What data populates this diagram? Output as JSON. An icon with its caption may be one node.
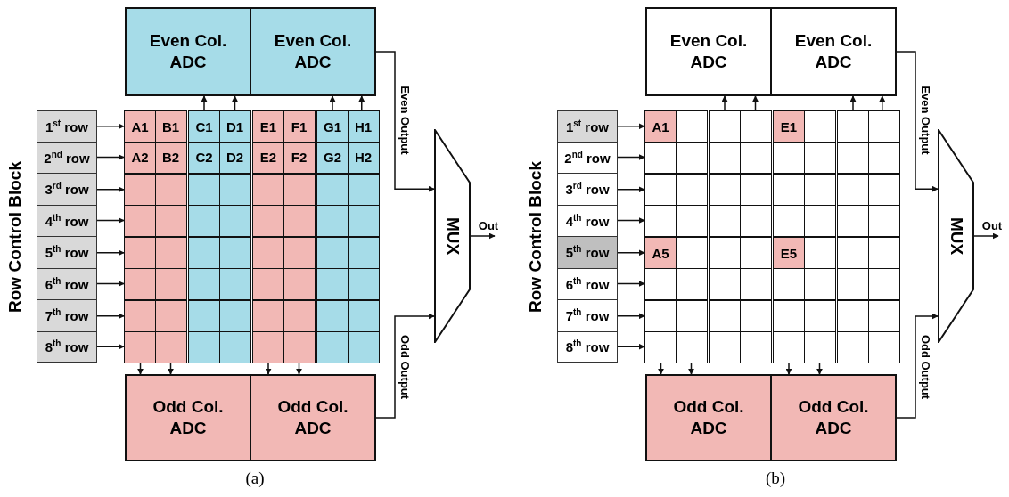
{
  "diagram": {
    "nodes": [
      {
        "text": [
          "Even Col. ADC"
        ]
      },
      {
        "text": [
          "Even Col. ADC"
        ]
      },
      {
        "text": [
          "Row Control Block"
        ]
      },
      {
        "text": [
          "1$^{st}$ row"
        ],
        "in": 2
      },
      {
        "text": [
          "2$^{nd}$ row"
        ],
        "in": 2
      },
      {
        "text": [
          "3$^{rd}$ row"
        ],
        "in": 2
      },
      {
        "text": [
          "4$^{th}$ row"
        ],
        "in": 2
      },
      {
        "text": [
          "5$^{th}$ row"
        ],
        "in": 2
      },
      {
        "text": [
          "6$^{th}$ row"
        ],
        "in": 2
      },
      {
        "text": [
          "7$^{th}$ row"
        ],
        "in": 2
      },
      {
        "text": [
          "8$^{th}$ row"
        ],
        "in": 2
      },
      {
        "text": [
          "A1"
        ]
      },
      {
        "text": [
          "B1"
        ]
      },
      {
        "text": [
          "C1"
        ]
      },
      {
        "text": [
          "D1"
        ]
      },
      {
        "text": [
          "E1"
        ]
      },
      {
        "text": [
          "F1"
        ]
      },
      {
        "text": [
          "G1"
        ]
      },
      {
        "text": [
          "H1"
        ]
      },
      {
        "text": [
          "A2"
        ]
      },
      {
        "text": [
          "B2"
        ]
      },
      {
        "text": [
          "C2"
        ]
      },
      {
        "text": [
          "D2"
        ]
      },
      {
        "text": [
          "E2"
        ]
      },
      {
        "text": [
          "F2"
        ]
      },
      {
        "text": [
          "G2"
        ]
      },
      {
        "text": [
          "H2"
        ]
      },
      {
        "text": [],
        "shape": "box"
      },
      {
        "text": [],
        "shape": "box"
      },
      {
        "text": [],
        "shape": "box"
      },
      {
        "text": [],
        "shape": "box"
      },
      {
        "text": [],
        "shape": "box"
      },
      {
        "text": [],
        "shape": "box"
      },
      {
        "text": [],
        "shape": "box"
      },
      {
        "text": [],
        "shape": "box"
      },
      {
        "text": [],
        "shape": "box"
      },
      {
        "text": [],
        "shape": "box"
      },
      {
        "text": [],
        "shape": "box"
      },
      {
        "text": [],
        "shape": "box"
      },
      {
        "text": [],
        "shape": "box"
      },
      {
        "text": [],
        "shape": "box"
      },
      {
        "text": [],
        "shape": "box"
      },
      {
        "text": [],
        "shape": "box"
      },
      {
        "text": [],
        "shape": "box"
      },
      {
        "text": [],
        "shape": "box"
      },
      {
        "text": [],
        "shape": "box"
      },
      {
        "text": [],
        "shape": "box"
      },
      {
        "text": [],
        "shape": "box"
      },
      {
        "text": [],
        "shape": "box"
      },
      {
        "text": [],
        "shape": "box"
      },
      {
        "text": [],
        "shape": "box"
      },
      {
        "text": [],
        "shape": "box"
      },
      {
        "text": [],
        "shape": "box"
      },
      {
        "text": [],
        "shape": "box"
      },
      {
        "text": [],
        "shape": "box"
      },
      {
        "text": [],
        "shape": "box"
      },
      {
        "text": [],
        "shape": "box"
      },
      {
        "text": [],
        "shape": "box"
      },
      {
        "text": [],
        "shape": "box"
      },
      {
        "text": [],
        "shape": "box"
      },
      {
        "text": [],
        "shape": "box"
      },
      {
        "text": [],
        "shape": "box"
      },
      {
        "text": [],
        "shape": "box"
      },
      {
        "text": [],
        "shape": "box"
      },
      {
        "text": [],
        "shape": "box"
      },
      {
        "text": [],
        "shape": "box"
      },
      {
        "text": [],
        "shape": "box"
      },
      {
        "text": [],
        "shape": "box"
      },
      {
        "text": [],
        "shape": "box"
      },
      {
        "text": [],
        "shape": "box"
      },
      {
        "text": [],
        "shape": "box"
      },
      {
        "text": [],
        "shape": "box"
      },
      {
        "text": [],
        "shape": "box"
      },
      {
        "text": [],
        "shape": "box"
      },
      {
        "text": [],
        "shape": "box"
      },
      {
        "text": [
          "MUX"
        ]
      },
      {
        "text": [
          "Odd Col. ADC"
        ]
      },
      {
        "text": [
          "Odd Col. ADC"
        ]
      },
      {
        "text": [
          "Even Col. ADC"
        ]
      },
      {
        "text": [
          "Even Col. ADC"
        ]
      },
      {
        "text": [
          "Row Control Block"
        ]
      },
      {
        "text": [
          "1$^{st}$ row"
        ],
        "in": 80
      },
      {
        "text": [
          "2$^{nd}$ row"
        ],
        "in": 80
      },
      {
        "text": [
          "3$^{rd}$ row"
        ],
        "in": 80
      },
      {
        "text": [
          "4$^{th}$ row"
        ],
        "in": 80
      },
      {
        "text": [
          "5$^{th}$ row"
        ],
        "in": 80
      },
      {
        "text": [
          "6$^{th}$ row"
        ],
        "in": 80
      },
      {
        "text": [
          "7$^{th}$ row"
        ],
        "in": 80
      },
      {
        "text": [
          "8$^{th}$ row"
        ],
        "in": 80
      },
      {
        "text": [
          "A1"
        ]
      },
      {
        "text": [],
        "shape": "box"
      },
      {
        "text": [],
        "shape": "box"
      },
      {
        "text": [],
        "shape": "box"
      },
      {
        "text": [
          "E1"
        ]
      },
      {
        "text": [],
        "shape": "box"
      },
      {
        "text": [],
        "shape": "box"
      },
      {
        "text": [],
        "shape": "box"
      },
      {
        "text": [],
        "shape": "box"
      },
      {
        "text": [],
        "shape": "box"
      },
      {
        "text": [],
        "shape": "box"
      },
      {
        "text": [],
        "shape": "box"
      },
      {
        "text": [],
        "shape": "box"
      },
      {
        "text": [],
        "shape": "box"
      },
      {
        "text": [],
        "shape": "box"
      },
      {
        "text": [],
        "shape": "box"
      },
      {
        "text": [],
        "shape": "box"
      },
      {
        "text": [],
        "shape": "box"
      },
      {
        "text": [],
        "shape": "box"
      },
      {
        "text": [],
        "shape": "box"
      },
      {
        "text": [],
        "shape": "box"
      },
      {
        "text": [],
        "shape": "box"
      },
      {
        "text": [],
        "shape": "box"
      },
      {
        "text": [],
        "shape": "box"
      },
      {
        "text": [],
        "shape": "box"
      },
      {
        "text": [],
        "shape": "box"
      },
      {
        "text": [],
        "shape": "box"
      },
      {
        "text": [],
        "shape": "box"
      },
      {
        "text": [],
        "shape": "box"
      },
      {
        "text": [],
        "shape": "box"
      },
      {
        "text": [],
        "shape": "box"
      },
      {
        "text": [],
        "shape": "box"
      },
      {
        "text": [
          "A5"
        ]
      },
      {
        "text": [],
        "shape": "box"
      },
      {
        "text": [],
        "shape": "box"
      },
      {
        "text": [],
        "shape": "box"
      },
      {
        "text": [
          "E5"
        ]
      },
      {
        "text": [],
        "shape": "box"
      },
      {
        "text": [],
        "shape": "box"
      },
      {
        "text": [],
        "shape": "box"
      },
      {
        "text": [],
        "shape": "box"
      },
      {
        "text": [],
        "shape": "box"
      },
      {
        "text": [],
        "shape": "box"
      },
      {
        "text": [],
        "shape": "box"
      },
      {
        "text": [],
        "shape": "box"
      },
      {
        "text": [],
        "shape": "box"
      },
      {
        "text": [],
        "shape": "box"
      },
      {
        "text": [],
        "shape": "box"
      },
      {
        "text": [],
        "shape": "box"
      },
      {
        "text": [],
        "shape": "box"
      },
      {
        "text": [],
        "shape": "box"
      },
      {
        "text": [],
        "shape": "box"
      },
      {
        "text": [],
        "shape": "box"
      },
      {
        "text": [],
        "shape": "box"
      },
      {
        "text": [],
        "shape": "box"
      },
      {
        "text": [],
        "shape": "box"
      },
      {
        "text": [],
        "shape": "box"
      },
      {
        "text": [],
        "shape": "box"
      },
      {
        "text": [],
        "shape": "box"
      },
      {
        "text": [],
        "shape": "box"
      },
      {
        "text": [],
        "shape": "box"
      },
      {
        "text": [],
        "shape": "box"
      },
      {
        "text": [],
        "shape": "box"
      },
      {
        "text": [],
        "shape": "box"
      },
      {
        "text": [
          "MUX"
        ]
      },
      {
        "text": [
          "Odd Col. ADC"
        ]
      },
      {
        "text": [
          "Odd Col. ADC"
        ]
      }
    ],
    "edges": [
      {
        "from": 3,
        "to": 11,
        "arrow": "to"
      },
      {
        "from": 4,
        "to": 19,
        "arrow": "to"
      },
      {
        "from": 5,
        "to": 27,
        "arrow": "to"
      },
      {
        "from": 6,
        "to": 35,
        "arrow": "to"
      },
      {
        "from": 7,
        "to": 43,
        "arrow": "to"
      },
      {
        "from": 8,
        "to": 51,
        "arrow": "to"
      },
      {
        "from": 9,
        "to": 59,
        "arrow": "to"
      },
      {
        "from": 10,
        "to": 67,
        "arrow": "to"
      },
      {
        "from": 13,
        "to": 0,
        "arrow": "to"
      },
      {
        "from": 14,
        "to": 0,
        "arrow": "to"
      },
      {
        "from": 17,
        "to": 1,
        "arrow": "to"
      },
      {
        "from": 18,
        "to": 1,
        "arrow": "to"
      },
      {
        "from": 67,
        "to": 76,
        "arrow": "to"
      },
      {
        "from": 68,
        "to": 76,
        "arrow": "to"
      },
      {
        "from": 71,
        "to": 77,
        "arrow": "to"
      },
      {
        "from": 72,
        "to": 77,
        "arrow": "to"
      },
      {
        "from": 1,
        "to": 75,
        "arrow": "to",
        "label": "Even Output"
      },
      {
        "from": 77,
        "to": 75,
        "arrow": "to",
        "label": "Odd Output"
      },
      {
        "from": 75,
        "to": null,
        "arrow": "to",
        "label": "Out"
      },
      {
        "from": 81,
        "to": 89,
        "arrow": "to"
      },
      {
        "from": 82,
        "to": 97,
        "arrow": "to"
      },
      {
        "from": 83,
        "to": 105,
        "arrow": "to"
      },
      {
        "from": 84,
        "to": 113,
        "arrow": "to"
      },
      {
        "from": 85,
        "to": 121,
        "arrow": "to"
      },
      {
        "from": 86,
        "to": 129,
        "arrow": "to"
      },
      {
        "from": 87,
        "to": 137,
        "arrow": "to"
      },
      {
        "from": 88,
        "to": 145,
        "arrow": "to"
      },
      {
        "from": 91,
        "to": 78,
        "arrow": "to"
      },
      {
        "from": 92,
        "to": 78,
        "arrow": "to"
      },
      {
        "from": 95,
        "to": 79,
        "arrow": "to"
      },
      {
        "from": 96,
        "to": 79,
        "arrow": "to"
      },
      {
        "from": 145,
        "to": 154,
        "arrow": "to"
      },
      {
        "from": 146,
        "to": 154,
        "arrow": "to"
      },
      {
        "from": 149,
        "to": 155,
        "arrow": "to"
      },
      {
        "from": 150,
        "to": 155,
        "arrow": "to"
      },
      {
        "from": 79,
        "to": 153,
        "arrow": "to",
        "label": "Even Output"
      },
      {
        "from": 155,
        "to": 153,
        "arrow": "to",
        "label": "Odd Output"
      },
      {
        "from": 153,
        "to": null,
        "arrow": "to",
        "label": "Out"
      }
    ],
    "labels": [
      "(a)",
      "(b)"
    ]
  }
}
